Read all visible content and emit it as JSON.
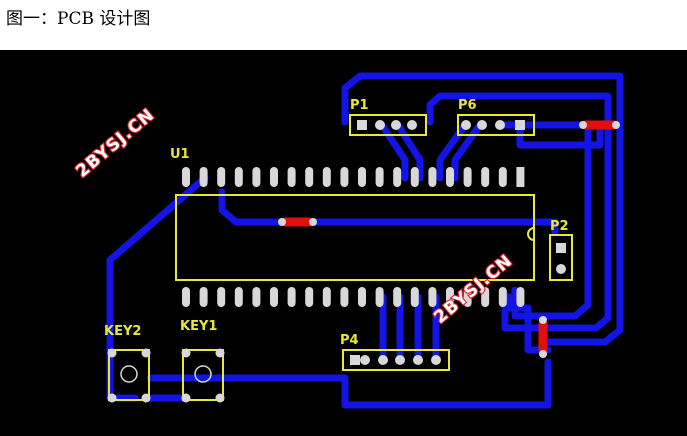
{
  "caption": "图一：PCB 设计图",
  "pcb": {
    "labels": {
      "u1": "U1",
      "p1": "P1",
      "p6": "P6",
      "p2": "P2",
      "p4": "P4",
      "key1": "KEY1",
      "key2": "KEY2"
    },
    "watermarks": [
      "2BYSJ.CN",
      "2BYSJ.CN"
    ],
    "colors": {
      "background": "#000000",
      "trace": "#1414e6",
      "silkscreen": "#e8e83a",
      "pad": "#d8d8d8",
      "jumper": "#e01010"
    }
  }
}
